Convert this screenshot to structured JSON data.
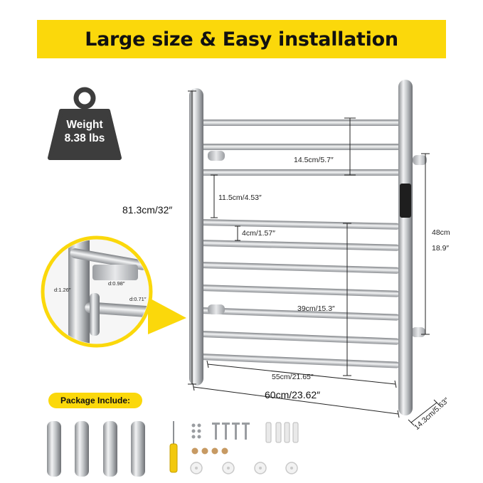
{
  "banner": {
    "title": "Large size & Easy installation"
  },
  "weight_badge": {
    "line1": "Weight",
    "line2": "8.38 lbs"
  },
  "dimensions": {
    "height_total": "81.3cm/32″",
    "top_gap": "14.5cm/5.7″",
    "mid_gap": "11.5cm/4.53″",
    "bar_gap": "4cm/1.57″",
    "side_height_cm": "48cm",
    "side_height_in": "18.9″",
    "lower_height": "39cm/15.3″",
    "inner_width": "55cm/21.65″",
    "total_width": "60cm/23.62″",
    "depth": "14.3cm/5.63″"
  },
  "detail": {
    "d_post": "d:1.26″",
    "d_mount": "d:0.98″",
    "d_bar": "d:0.71″"
  },
  "package": {
    "label": "Package Include:"
  },
  "colors": {
    "accent": "#fbd80b",
    "badge": "#3d3d3d",
    "steel": "#b9bcc0"
  }
}
